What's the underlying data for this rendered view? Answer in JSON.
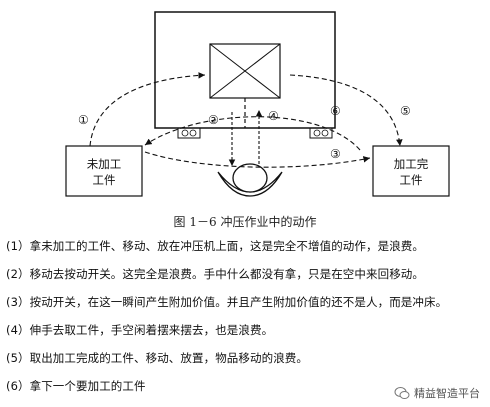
{
  "diagram": {
    "boxes": {
      "unprocessed": [
        "未加工",
        "工件"
      ],
      "processed": [
        "加工完",
        "工件"
      ]
    },
    "markers": {
      "m1": "①",
      "m2": "②",
      "m3": "③",
      "m4": "④",
      "m5": "⑤",
      "m6": "⑥"
    },
    "caption": "图 1－6    冲压作业中的动作"
  },
  "steps": [
    "(1）拿未加工的工件、移动、放在冲压机上面，这是完全不增值的动作，是浪费。",
    "(2）移动去按动开关。这完全是浪费。手中什么都没有拿，只是在空中来回移动。",
    "(3）按动开关，在这一瞬间产生附加价值。并且产生附加价值的还不是人，而是冲床。",
    "(4）伸手去取工件，手空闲着摆来摆去，也是浪费。",
    "(5）取出加工完成的工件、移动、放置，物品移动的浪费。",
    "(6）拿下一个要加工的工件"
  ],
  "watermark": "精益智造平台"
}
